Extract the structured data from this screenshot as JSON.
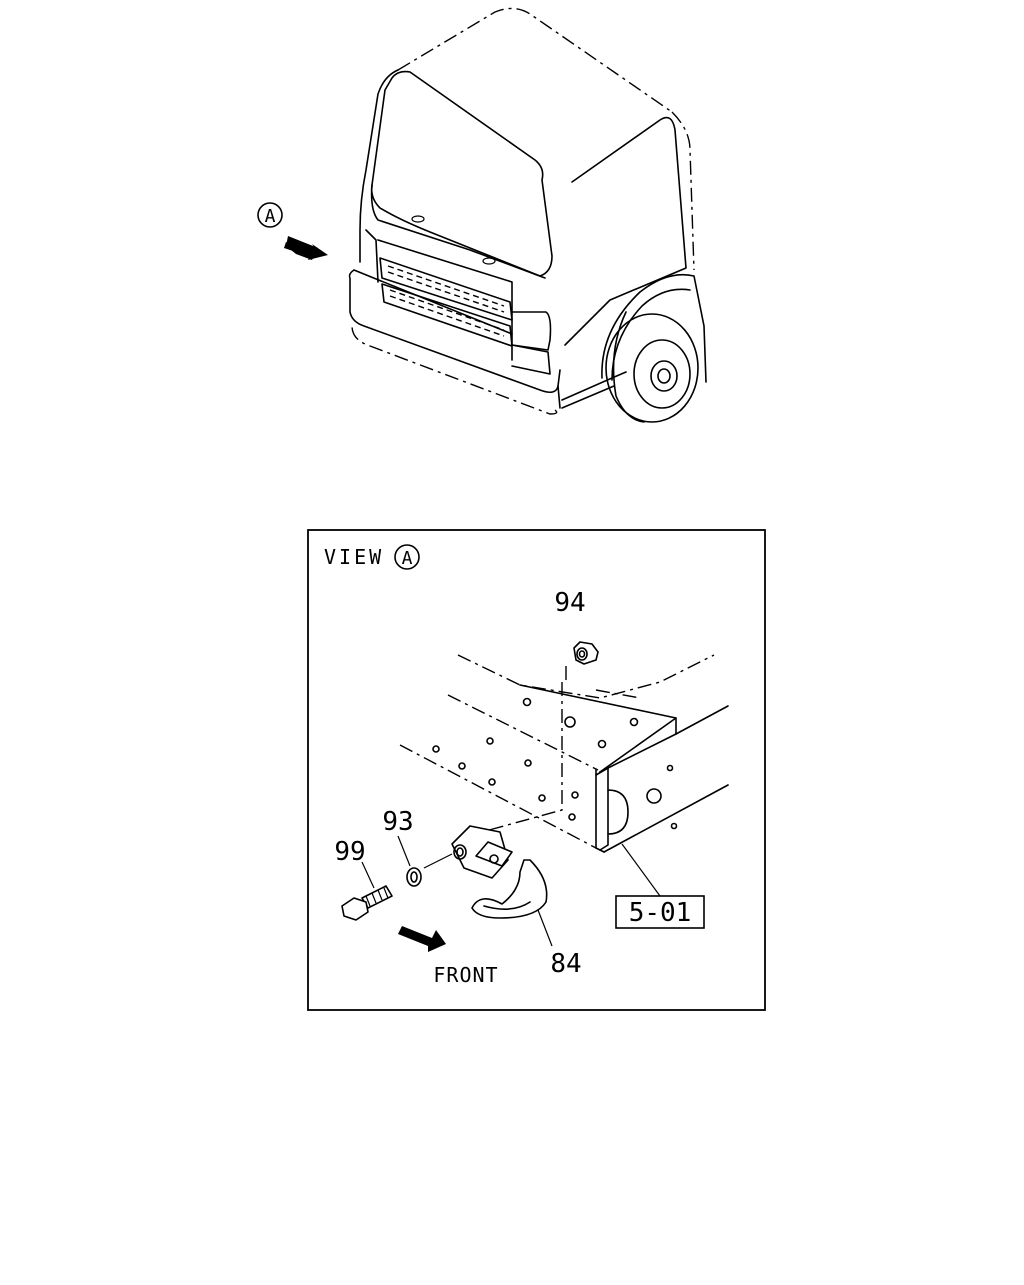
{
  "view_marker": "A",
  "view_label": "VIEW",
  "front_label": "FRONT",
  "ref_box": "5-01",
  "callouts": {
    "nut": "94",
    "washer": "93",
    "bolt": "99",
    "hook": "84"
  }
}
